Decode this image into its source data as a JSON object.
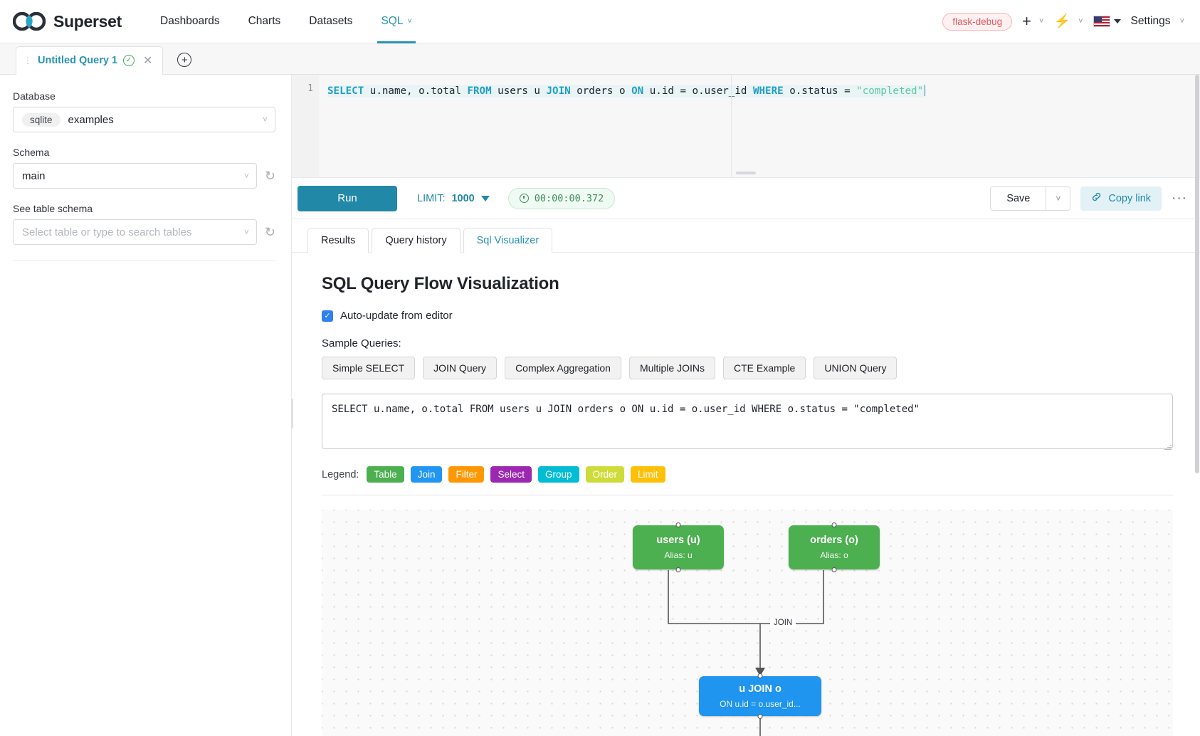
{
  "navbar": {
    "brand": "Superset",
    "links": [
      {
        "label": "Dashboards",
        "active": false
      },
      {
        "label": "Charts",
        "active": false
      },
      {
        "label": "Datasets",
        "active": false
      },
      {
        "label": "SQL",
        "active": true
      }
    ],
    "debug_badge": "flask-debug",
    "settings_label": "Settings",
    "plus_icon": "plus-icon",
    "bolt_icon": "bolt-icon",
    "flag_icon": "us-flag-icon"
  },
  "query_tabs": {
    "tab_label": "Untitled Query 1",
    "status_icon": "check-circle-icon",
    "close_icon": "close-icon",
    "add_icon": "add-tab-icon"
  },
  "sidebar": {
    "database_label": "Database",
    "database_engine": "sqlite",
    "database_value": "examples",
    "schema_label": "Schema",
    "schema_value": "main",
    "table_label": "See table schema",
    "table_placeholder": "Select table or type to search tables",
    "refresh_icon": "refresh-icon"
  },
  "editor": {
    "line_number": "1",
    "tokens": [
      {
        "t": "SELECT",
        "c": "k"
      },
      {
        "t": " u.name, o.total ",
        "c": ""
      },
      {
        "t": "FROM",
        "c": "k"
      },
      {
        "t": " users u ",
        "c": ""
      },
      {
        "t": "JOIN",
        "c": "k"
      },
      {
        "t": " orders o ",
        "c": ""
      },
      {
        "t": "ON",
        "c": "k"
      },
      {
        "t": " u.id = o.user_id ",
        "c": ""
      },
      {
        "t": "WHERE",
        "c": "k"
      },
      {
        "t": " o.status = ",
        "c": ""
      },
      {
        "t": "\"completed\"",
        "c": "s"
      }
    ]
  },
  "toolbar": {
    "run_label": "Run",
    "limit_prefix": "LIMIT:",
    "limit_value": "1000",
    "timer": "00:00:00.372",
    "save_label": "Save",
    "copy_link_label": "Copy link",
    "more_label": "···",
    "link_icon": "link-icon",
    "clock_icon": "clock-icon"
  },
  "result_tabs": [
    {
      "label": "Results",
      "active": false
    },
    {
      "label": "Query history",
      "active": false
    },
    {
      "label": "Sql Visualizer",
      "active": true
    }
  ],
  "visualizer": {
    "title": "SQL Query Flow Visualization",
    "auto_update_label": "Auto-update from editor",
    "auto_update_checked": true,
    "samples_label": "Sample Queries:",
    "sample_buttons": [
      "Simple SELECT",
      "JOIN Query",
      "Complex Aggregation",
      "Multiple JOINs",
      "CTE Example",
      "UNION Query"
    ],
    "query_text": "SELECT u.name, o.total FROM users u JOIN orders o ON u.id = o.user_id WHERE o.status = \"completed\"",
    "legend_label": "Legend:",
    "legend": [
      {
        "label": "Table",
        "color": "#4caf50"
      },
      {
        "label": "Join",
        "color": "#2196f3"
      },
      {
        "label": "Filter",
        "color": "#ff9800"
      },
      {
        "label": "Select",
        "color": "#9c27b0"
      },
      {
        "label": "Group",
        "color": "#00bcd4"
      },
      {
        "label": "Order",
        "color": "#cddc39"
      },
      {
        "label": "Limit",
        "color": "#ffc107"
      }
    ],
    "graph": {
      "nodes": [
        {
          "id": "users",
          "title": "users (u)",
          "sub": "Alias: u",
          "color": "#4caf50"
        },
        {
          "id": "orders",
          "title": "orders (o)",
          "sub": "Alias: o",
          "color": "#4caf50"
        },
        {
          "id": "join",
          "title": "u JOIN o",
          "sub": "ON u.id = o.user_id...",
          "color": "#1f95ef"
        }
      ],
      "edge_label": "JOIN"
    }
  }
}
